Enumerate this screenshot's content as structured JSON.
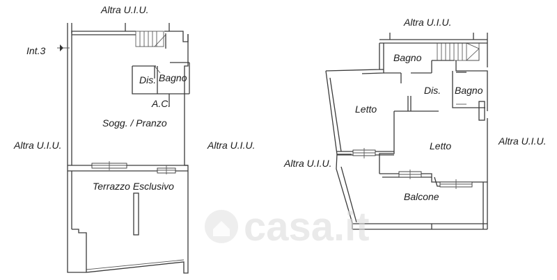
{
  "left_plan": {
    "top_label": "Altra U.I.U.",
    "left_label": "Altra U.I.U.",
    "right_label": "Altra U.I.U.",
    "interior_label": "Int.3",
    "rooms": {
      "dis": "Dis.",
      "bagno": "Bagno",
      "ac": "A.C.",
      "soggiorno": "Sogg. / Pranzo",
      "terrazzo": "Terrazzo Esclusivo"
    }
  },
  "right_plan": {
    "top_label": "Altra U.I.U.",
    "left_label": "Altra U.I.U.",
    "right_label": "Altra U.I.U.",
    "rooms": {
      "bagno_top": "Bagno",
      "dis": "Dis.",
      "bagno_right": "Bagno",
      "letto_left": "Letto",
      "letto_right": "Letto",
      "balcone": "Balcone"
    }
  },
  "watermark": "casa.it",
  "colors": {
    "walls": "#3a3a3a",
    "watermark": "#dcdcdc"
  }
}
